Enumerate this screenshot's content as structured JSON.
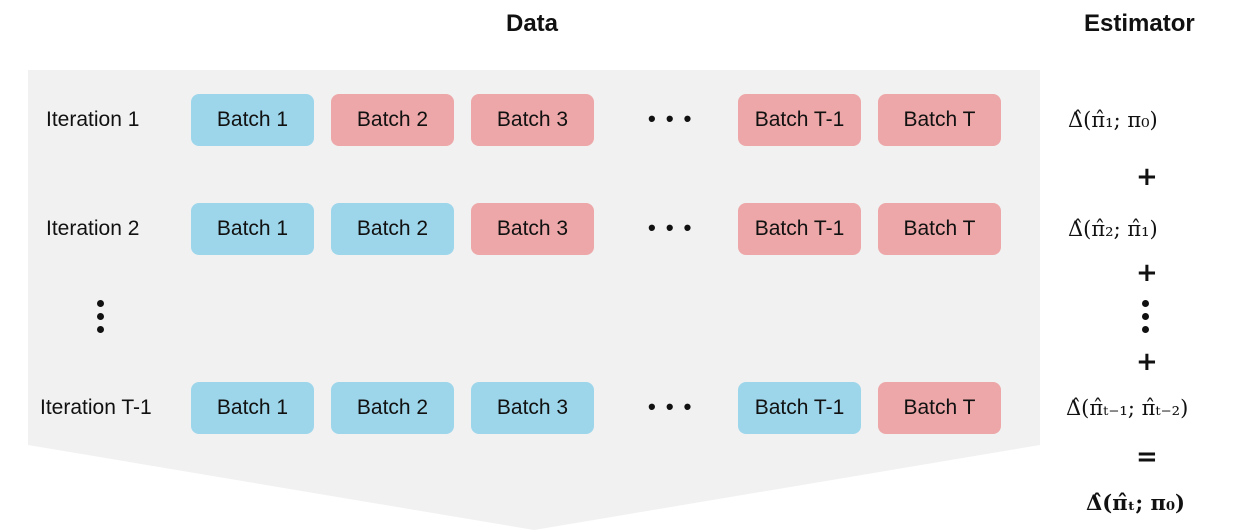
{
  "headings": {
    "data": "Data",
    "estimator": "Estimator"
  },
  "colors": {
    "used": "#9dd6eb",
    "unused": "#eda7a8",
    "panel": "#f1f1f1"
  },
  "rows": [
    {
      "label": "Iteration 1",
      "batches": [
        {
          "label": "Batch 1",
          "state": "used"
        },
        {
          "label": "Batch 2",
          "state": "unused"
        },
        {
          "label": "Batch 3",
          "state": "unused"
        },
        {
          "label": "Batch T-1",
          "state": "unused"
        },
        {
          "label": "Batch T",
          "state": "unused"
        }
      ]
    },
    {
      "label": "Iteration 2",
      "batches": [
        {
          "label": "Batch 1",
          "state": "used"
        },
        {
          "label": "Batch 2",
          "state": "used"
        },
        {
          "label": "Batch 3",
          "state": "unused"
        },
        {
          "label": "Batch T-1",
          "state": "unused"
        },
        {
          "label": "Batch T",
          "state": "unused"
        }
      ]
    },
    {
      "label": "Iteration T-1",
      "batches": [
        {
          "label": "Batch 1",
          "state": "used"
        },
        {
          "label": "Batch 2",
          "state": "used"
        },
        {
          "label": "Batch 3",
          "state": "used"
        },
        {
          "label": "Batch T-1",
          "state": "used"
        },
        {
          "label": "Batch T",
          "state": "unused"
        }
      ]
    }
  ],
  "ellipsis_h": "• • •",
  "estimators": [
    "Δ̂(π̂₁; π₀)",
    "Δ̂(π̂₂; π̂₁)",
    "Δ̂(π̂ₜ₋₁; π̂ₜ₋₂)"
  ],
  "estimator_result": "Δ̂(π̂ₜ; π₀)",
  "operators": {
    "plus": "+",
    "equals": "="
  }
}
